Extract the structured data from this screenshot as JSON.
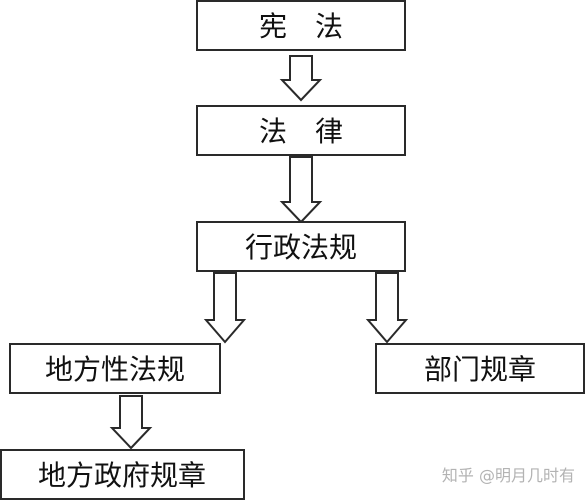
{
  "nodes": {
    "constitution": "宪　法",
    "law": "法　律",
    "admin_regulations": "行政法规",
    "local_regulations": "地方性法规",
    "departmental_rules": "部门规章",
    "local_gov_rules": "地方政府规章"
  },
  "watermark": "知乎 @明月几时有"
}
